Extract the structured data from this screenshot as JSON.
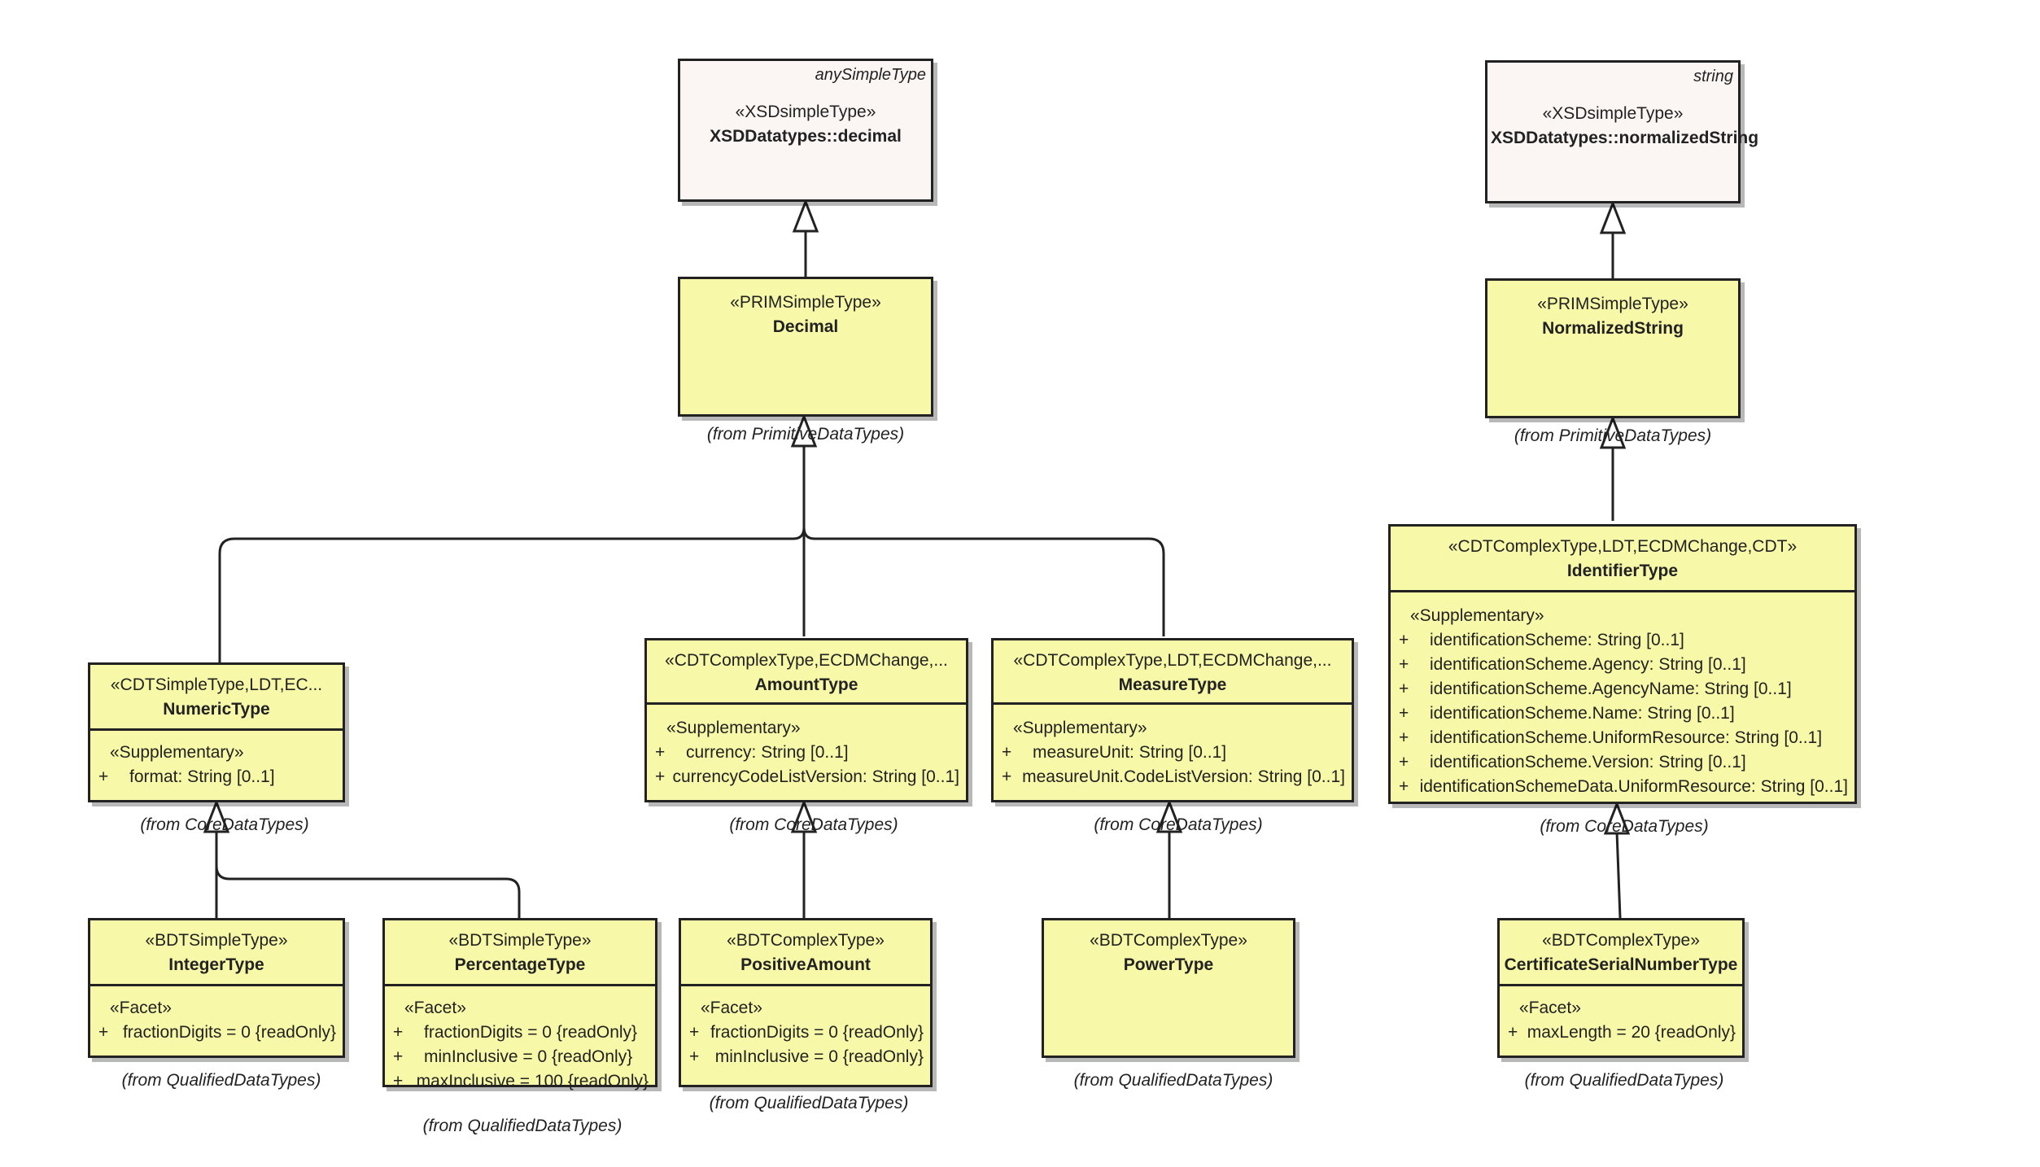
{
  "nodes": {
    "anySimpleType": {
      "stereotype": "«XSDsimpleType»",
      "name": "XSDDatatypes::decimal",
      "parent": "anySimpleType"
    },
    "normalizedStringXsd": {
      "stereotype": "«XSDsimpleType»",
      "name": "XSDDatatypes::normalizedString",
      "parent": "string"
    },
    "decimal": {
      "stereotype": "«PRIMSimpleType»",
      "name": "Decimal",
      "from": "(from PrimitiveDataTypes)"
    },
    "normalizedString": {
      "stereotype": "«PRIMSimpleType»",
      "name": "NormalizedString",
      "from": "(from PrimitiveDataTypes)"
    },
    "numericType": {
      "stereotype": "«CDTSimpleType,LDT,EC...",
      "name": "NumericType",
      "section": "«Supplementary»",
      "attrs": [
        "format: String [0..1]"
      ],
      "from": "(from CoreDataTypes)"
    },
    "amountType": {
      "stereotype": "«CDTComplexType,ECDMChange,...",
      "name": "AmountType",
      "section": "«Supplementary»",
      "attrs": [
        "currency: String [0..1]",
        "currencyCodeListVersion: String [0..1]"
      ],
      "from": "(from CoreDataTypes)"
    },
    "measureType": {
      "stereotype": "«CDTComplexType,LDT,ECDMChange,...",
      "name": "MeasureType",
      "section": "«Supplementary»",
      "attrs": [
        "measureUnit: String [0..1]",
        "measureUnit.CodeListVersion: String [0..1]"
      ],
      "from": "(from CoreDataTypes)"
    },
    "identifierType": {
      "stereotype": "«CDTComplexType,LDT,ECDMChange,CDT»",
      "name": "IdentifierType",
      "section": "«Supplementary»",
      "attrs": [
        "identificationScheme: String [0..1]",
        "identificationScheme.Agency: String [0..1]",
        "identificationScheme.AgencyName: String [0..1]",
        "identificationScheme.Name: String [0..1]",
        "identificationScheme.UniformResource: String [0..1]",
        "identificationScheme.Version: String [0..1]",
        "identificationSchemeData.UniformResource: String [0..1]"
      ],
      "from": "(from CoreDataTypes)"
    },
    "integerType": {
      "stereotype": "«BDTSimpleType»",
      "name": "IntegerType",
      "section": "«Facet»",
      "attrs": [
        "fractionDigits = 0 {readOnly}"
      ],
      "from": "(from QualifiedDataTypes)"
    },
    "percentageType": {
      "stereotype": "«BDTSimpleType»",
      "name": "PercentageType",
      "section": "«Facet»",
      "attrs": [
        "fractionDigits = 0 {readOnly}",
        "minInclusive = 0 {readOnly}",
        "maxInclusive = 100 {readOnly}"
      ],
      "from": "(from QualifiedDataTypes)"
    },
    "positiveAmount": {
      "stereotype": "«BDTComplexType»",
      "name": "PositiveAmount",
      "section": "«Facet»",
      "attrs": [
        "fractionDigits = 0 {readOnly}",
        "minInclusive = 0 {readOnly}"
      ],
      "from": "(from QualifiedDataTypes)"
    },
    "powerType": {
      "stereotype": "«BDTComplexType»",
      "name": "PowerType",
      "from": "(from QualifiedDataTypes)"
    },
    "certificateSerialNumberType": {
      "stereotype": "«BDTComplexType»",
      "name": "CertificateSerialNumberType",
      "section": "«Facet»",
      "attrs": [
        "maxLength = 20 {readOnly}"
      ],
      "from": "(from QualifiedDataTypes)"
    }
  },
  "visibility_symbol": "+",
  "colors": {
    "class_fill": "#f7f9a8",
    "xsd_fill": "#fbf6f3",
    "line": "#222222"
  }
}
